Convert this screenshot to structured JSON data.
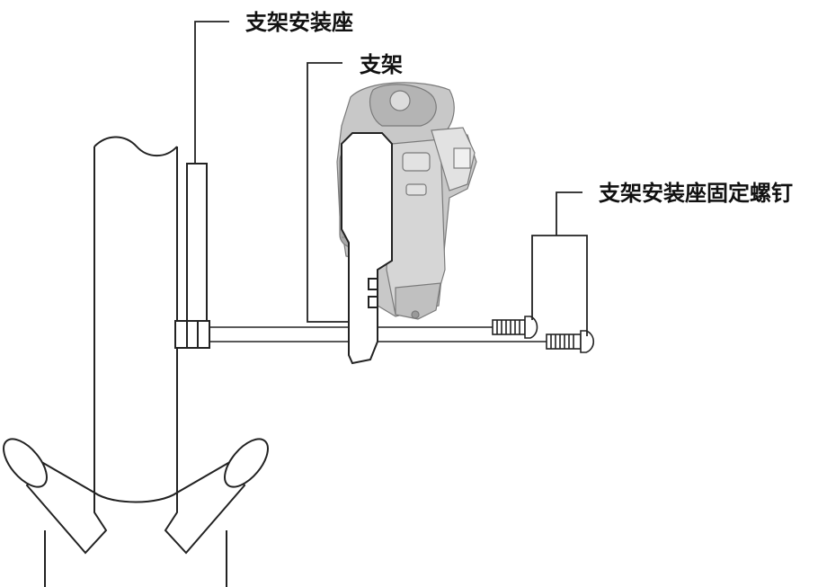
{
  "labels": {
    "mount": "支架安装座",
    "bracket": "支架",
    "screws": "支架安装座固定螺钉"
  },
  "colors": {
    "line": "#222222",
    "part_fill": "#c8c8c8",
    "part_dark": "#a8a8a8",
    "part_light": "#e2e2e2",
    "label": "#111111"
  }
}
